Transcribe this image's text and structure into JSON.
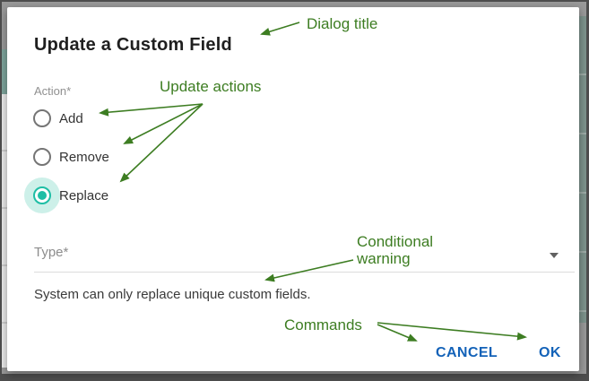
{
  "dialog": {
    "title": "Update a Custom Field",
    "action_group": {
      "label": "Action*",
      "options": [
        {
          "label": "Add",
          "selected": false
        },
        {
          "label": "Remove",
          "selected": false
        },
        {
          "label": "Replace",
          "selected": true
        }
      ]
    },
    "type_field": {
      "label": "Type*",
      "caret_icon": "chevron-down",
      "value": ""
    },
    "warning": "System can only replace unique custom fields.",
    "buttons": {
      "cancel": "CANCEL",
      "ok": "OK"
    }
  },
  "annotations": {
    "dialog_title": "Dialog title",
    "update_actions": "Update actions",
    "conditional_warning_line1": "Conditional",
    "conditional_warning_line2": "warning",
    "commands": "Commands"
  },
  "colors": {
    "annotation_green": "#3d7d22",
    "accent_teal": "#1ebea5",
    "ripple_teal": "#cdf0e9",
    "button_blue": "#1362b8"
  }
}
